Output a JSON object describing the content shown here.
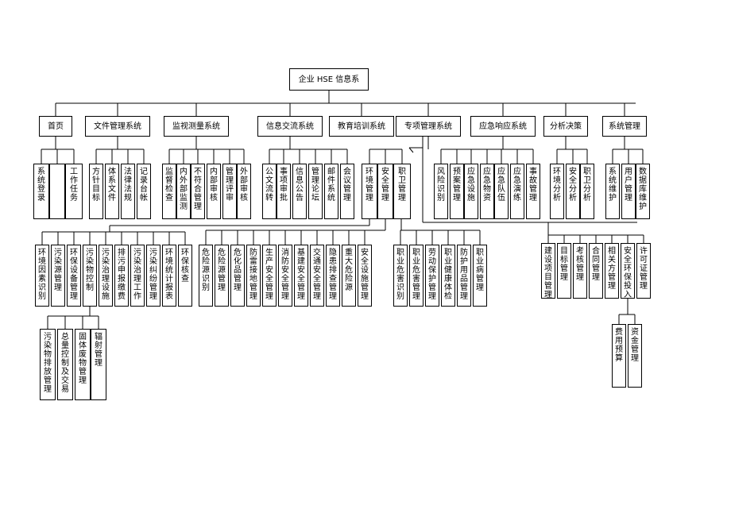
{
  "root": "企业 HSE 信息系",
  "modules": [
    {
      "label": "首页",
      "children": [
        "系统登录",
        "",
        "工作任务"
      ]
    },
    {
      "label": "文件管理系统",
      "children": [
        "方针目标",
        "体系文件",
        "法律法规",
        "记录台帐"
      ]
    },
    {
      "label": "监视测量系统",
      "children": [
        "监督检查",
        "内外部监测",
        "不符合管理",
        "内部审核",
        "管理评审",
        "外部审核"
      ]
    },
    {
      "label": "信息交流系统",
      "children": [
        "公文流转",
        "事项审批",
        "信息公告",
        "管理论坛",
        "邮件系统",
        "会议管理"
      ]
    },
    {
      "label": "教育培训系统",
      "children": []
    },
    {
      "label": "专项管理系统",
      "children": [
        "环境管理",
        "安全管理",
        "职卫管理"
      ]
    },
    {
      "label": "应急响应系统",
      "children": [
        "风险识别",
        "预案管理",
        "应急设施",
        "应急物资",
        "应急队伍",
        "应急演练",
        "事故管理"
      ]
    },
    {
      "label": "分析决策",
      "children": [
        "环境分析",
        "安全分析",
        "职卫分析"
      ]
    },
    {
      "label": "系统管理",
      "children": [
        "系统维护",
        "用户管理",
        "数据库维护"
      ]
    }
  ],
  "env_group": [
    "环境因素识别",
    "污染源管理",
    "环保设备管理",
    "污染物控制",
    "污染治理设施",
    "排污申报缴费",
    "污染治理工作",
    "污染纠纷管理",
    "环境统计报表",
    "环保核查"
  ],
  "pollutant_group": [
    "污染物排放管理",
    "总量控制及交易",
    "固体废物管理",
    "辐射管理"
  ],
  "safety_group": [
    "危险源识别",
    "危险源管理",
    "危化品管理",
    "防雷接地管理",
    "生产安全管理",
    "消防安全管理",
    "基建安全管理",
    "交通安全管理",
    "隐患排查管理",
    "重大危险源",
    "安全设施管理"
  ],
  "health_group": [
    "职业危害识别",
    "职业危害管理",
    "劳动保护管理",
    "职业健康体检",
    "防护用品管理",
    "职业病管理"
  ],
  "right_group": [
    "建设项目管理",
    "目标管理",
    "考核管理",
    "合同管理",
    "相关方管理",
    "安全环保投入",
    "许可证管理"
  ],
  "invest_group": [
    "费用预算",
    "资金管理"
  ]
}
